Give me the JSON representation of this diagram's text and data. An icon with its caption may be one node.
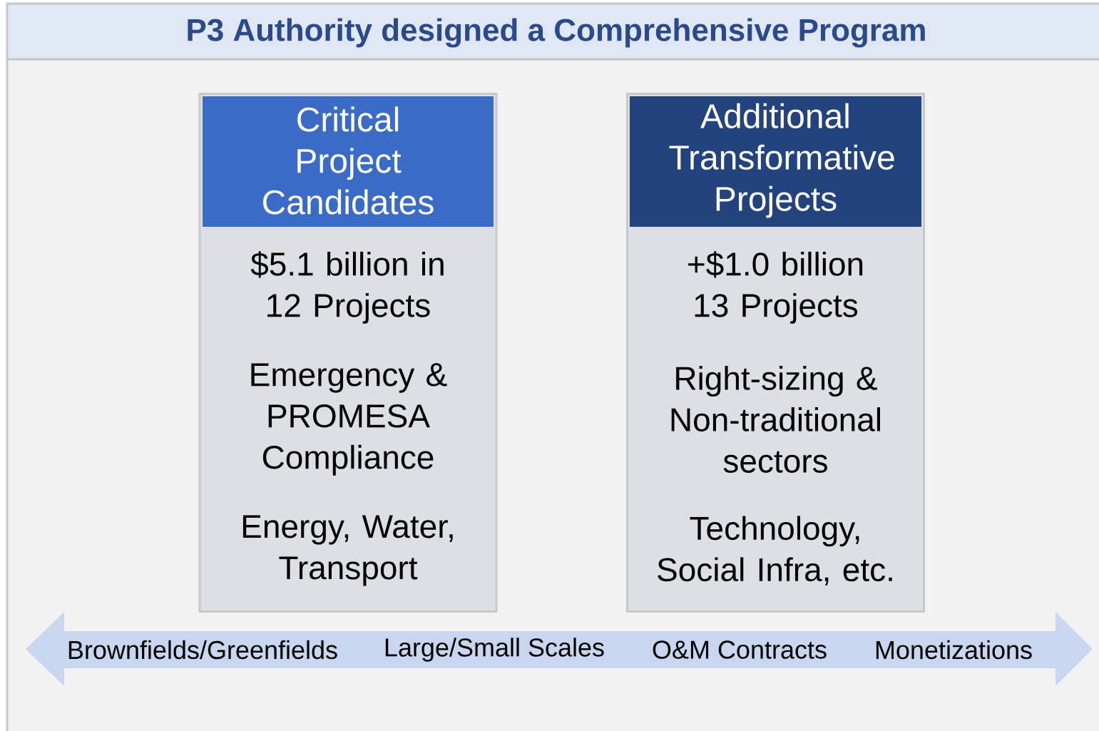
{
  "diagram": {
    "title": "P3 Authority designed a Comprehensive Program",
    "nodes": [
      {
        "text": [
          "Critical Project Candidates",
          "$5.1 billion in 12 Projects",
          "Emergency & PROMESA Compliance",
          "Energy, Water, Transport"
        ]
      },
      {
        "text": [
          "Additional Transformative Projects",
          "+$1.0 billion 13 Projects",
          "Right-sizing & Non-traditional sectors",
          "Technology, Social Infra, etc."
        ]
      },
      {
        "text": [
          "Brownfields/Greenfields",
          "Large/Small Scales",
          "O&M Contracts",
          "Monetizations"
        ]
      }
    ]
  }
}
